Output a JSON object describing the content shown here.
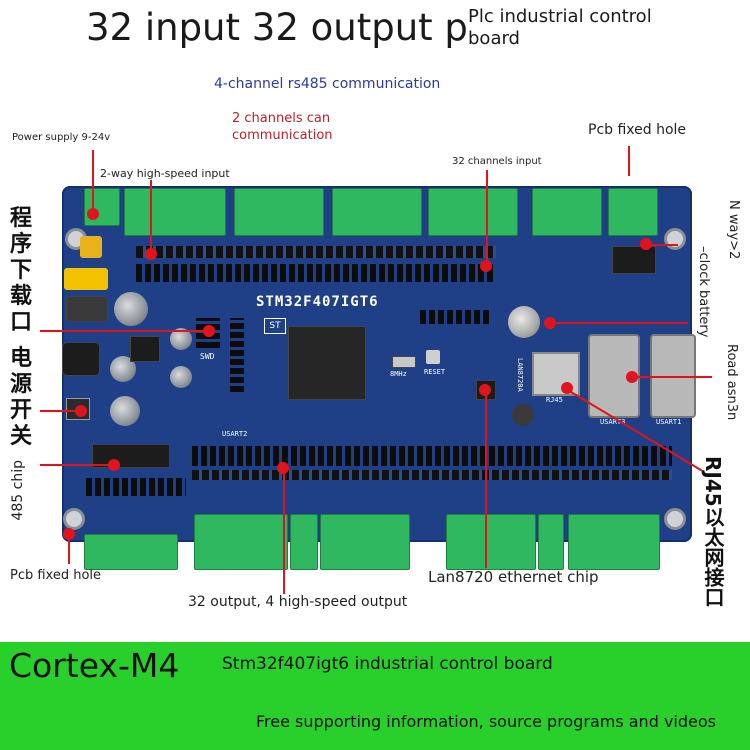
{
  "header": {
    "title": "32 input 32 output p",
    "subtitle": "Plc industrial control board"
  },
  "callouts": {
    "rs485": "4-channel rs485 communication",
    "can": "2 channels can communication",
    "power_supply": "Power supply 9-24v",
    "high_speed_input": "2-way high-speed input",
    "channels_input": "32 channels input",
    "pcb_fixed_hole_top": "Pcb fixed hole",
    "n_way": "N way>2",
    "clock_battery": "–clock battery",
    "road_asn3n": "Road asn3n",
    "rj45": "RJ45以太网接口",
    "program_download": "程序下载口",
    "power_switch": "电源开关",
    "chip_485": "485 chip",
    "pcb_fixed_hole_bottom": "Pcb fixed hole",
    "output": "32 output, 4 high-speed output",
    "lan8720": "Lan8720 ethernet chip"
  },
  "board": {
    "mcu_label": "STM32F407IGT6",
    "swd": "SWD",
    "usart1": "USART1",
    "usart2": "USART2",
    "usart3": "USART3",
    "rj45": "RJ45",
    "lan_chip": "LAN8720A",
    "reset": "RESET",
    "crystal": "8MHz",
    "st_logo": "ST"
  },
  "footer": {
    "cortex": "Cortex-M4",
    "product": "Stm32f407igt6 industrial control board",
    "note": "Free supporting information, source programs and videos"
  },
  "colors": {
    "pcb": "#1f3f86",
    "terminal": "#2fb860",
    "footer": "#29cf2b",
    "marker": "#e0141d"
  }
}
